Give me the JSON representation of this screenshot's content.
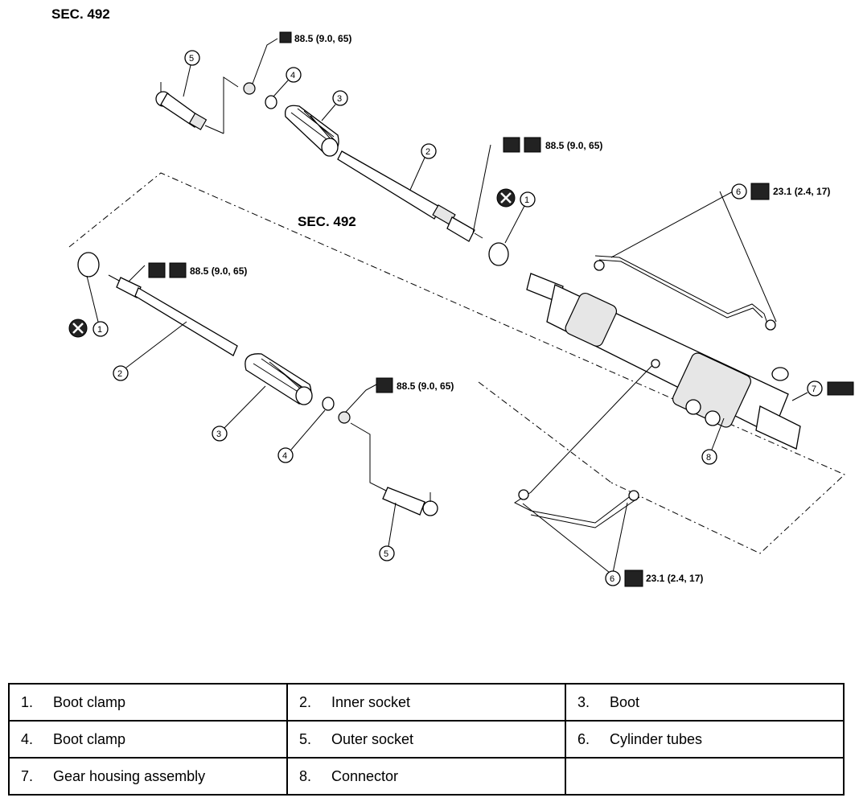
{
  "diagram": {
    "sec_label_top": "SEC. 492",
    "sec_label_mid": "SEC. 492",
    "torque_1": "88.5 (9.0, 65)",
    "torque_2": "88.5 (9.0, 65)",
    "torque_3": "23.1 (2.4, 17)",
    "torque_4": "88.5 (9.0, 65)",
    "torque_5": "88.5 (9.0, 65)",
    "torque_6": "23.1 (2.4, 17)",
    "callouts": [
      "1",
      "2",
      "3",
      "4",
      "5",
      "6",
      "7",
      "8"
    ]
  },
  "legend": {
    "rows": [
      [
        {
          "num": "1.",
          "name": "Boot clamp"
        },
        {
          "num": "2.",
          "name": "Inner socket"
        },
        {
          "num": "3.",
          "name": "Boot"
        }
      ],
      [
        {
          "num": "4.",
          "name": "Boot clamp"
        },
        {
          "num": "5.",
          "name": "Outer socket"
        },
        {
          "num": "6.",
          "name": "Cylinder tubes"
        }
      ],
      [
        {
          "num": "7.",
          "name": "Gear housing assembly"
        },
        {
          "num": "8.",
          "name": "Connector"
        },
        {
          "num": "",
          "name": ""
        }
      ]
    ]
  }
}
